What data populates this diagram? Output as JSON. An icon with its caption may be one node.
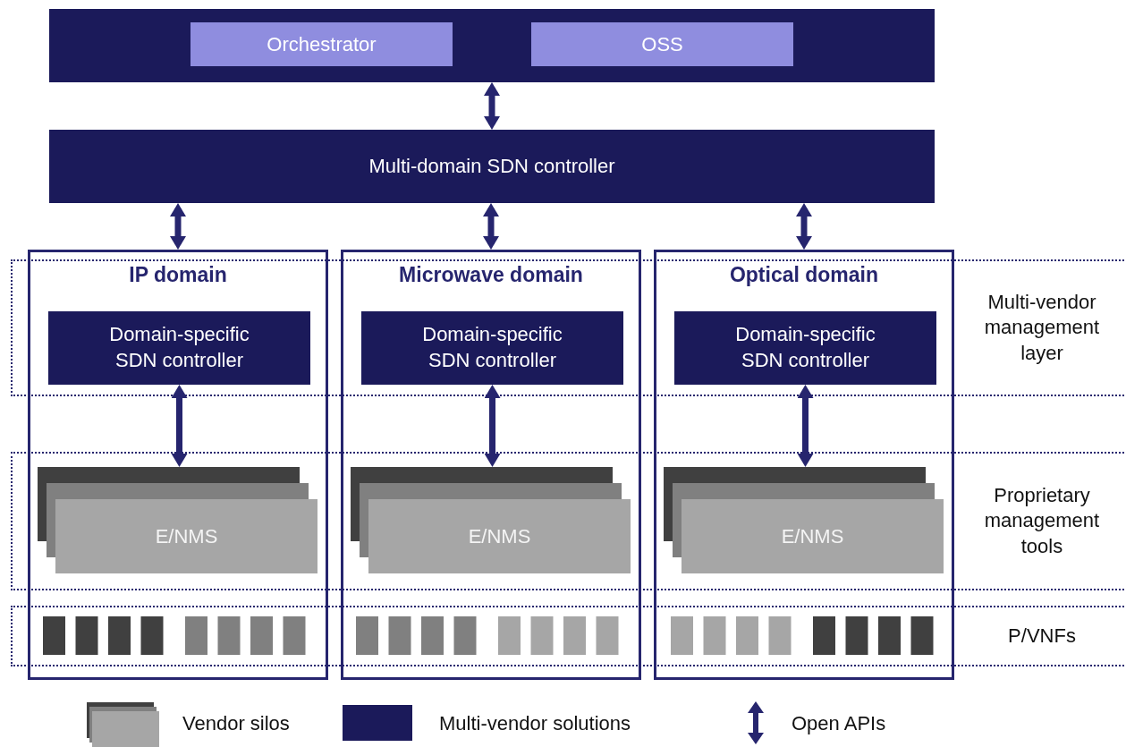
{
  "diagram": {
    "nodes": [
      {
        "text": [],
        "shape": "box"
      },
      {
        "text": [
          "Orchestrator"
        ],
        "in": 0
      },
      {
        "text": [
          "OSS"
        ],
        "in": 0
      },
      {
        "text": [
          "Multi-domain SDN controller"
        ]
      },
      {
        "text": [
          "IP domain"
        ]
      },
      {
        "text": [
          "Domain-specific SDN controller"
        ],
        "in": 4
      },
      {
        "text": [
          "E/NMS"
        ],
        "in": 4
      },
      {
        "text": [
          "Microwave domain"
        ]
      },
      {
        "text": [
          "Domain-specific SDN controller"
        ],
        "in": 7
      },
      {
        "text": [
          "E/NMS"
        ],
        "in": 7
      },
      {
        "text": [
          "Optical domain"
        ]
      },
      {
        "text": [
          "Domain-specific SDN controller"
        ],
        "in": 10
      },
      {
        "text": [
          "E/NMS"
        ],
        "in": 10
      }
    ],
    "edges": [
      {
        "from": 0,
        "to": 3,
        "arrow": "both"
      },
      {
        "from": 3,
        "to": 4,
        "arrow": "both"
      },
      {
        "from": 3,
        "to": 7,
        "arrow": "both"
      },
      {
        "from": 3,
        "to": 10,
        "arrow": "both"
      },
      {
        "from": 5,
        "to": 6,
        "arrow": "both"
      },
      {
        "from": 8,
        "to": 9,
        "arrow": "both"
      },
      {
        "from": 11,
        "to": 12,
        "arrow": "both"
      }
    ],
    "labels": [
      "Multi-vendor management layer",
      "Proprietary management tools",
      "P/VNFs"
    ],
    "legend": [
      {
        "text": "Vendor silos"
      },
      {
        "text": "Multi-vendor solutions",
        "color": "#1b1a5a"
      },
      {
        "text": "Open APIs"
      }
    ]
  }
}
